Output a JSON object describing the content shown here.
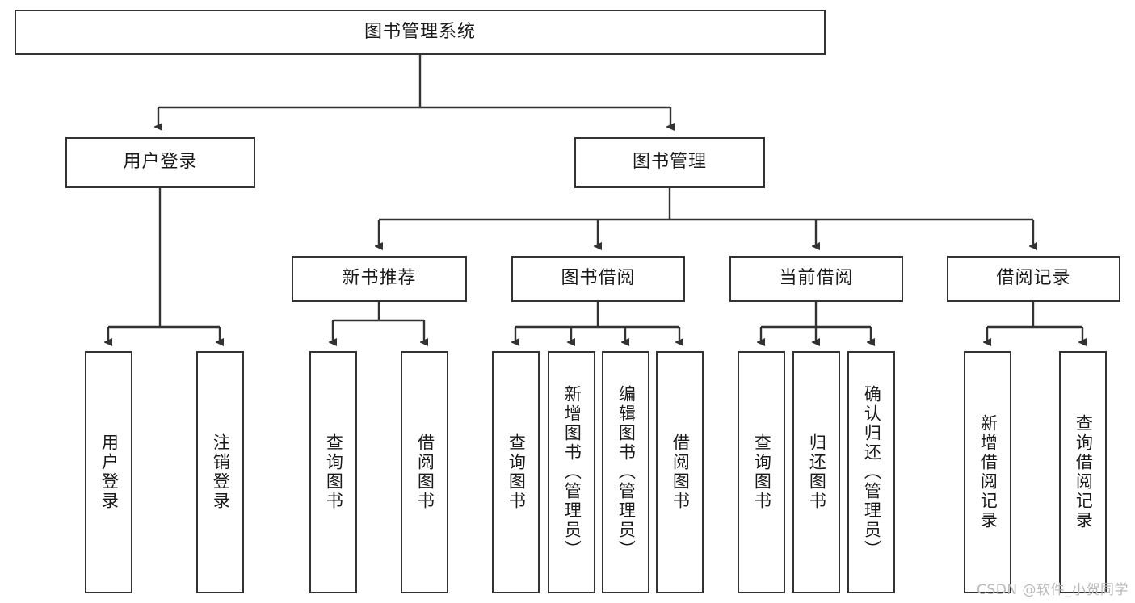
{
  "diagram": {
    "title": "图书管理系统",
    "type": "tree",
    "watermark": "CSDN @软件_小贺同学",
    "colors": {
      "box_border": "#333333",
      "box_fill": "#ffffff",
      "connector": "#333333",
      "text": "#1a1a1a",
      "watermark": "#b9b9b9",
      "canvas": "#ffffff"
    },
    "root": {
      "label": "图书管理系统"
    },
    "level2": [
      {
        "label": "用户登录"
      },
      {
        "label": "图书管理"
      }
    ],
    "level3": [
      {
        "label": "新书推荐"
      },
      {
        "label": "图书借阅"
      },
      {
        "label": "当前借阅"
      },
      {
        "label": "借阅记录"
      }
    ],
    "leaves": {
      "user_login": [
        {
          "label": "用户登录"
        },
        {
          "label": "注销登录"
        }
      ],
      "new_book_recommend": [
        {
          "label": "查询图书"
        },
        {
          "label": "借阅图书"
        }
      ],
      "book_borrow": [
        {
          "label": "查询图书"
        },
        {
          "label": "新增图书（管理员）"
        },
        {
          "label": "编辑图书（管理员）"
        },
        {
          "label": "借阅图书"
        }
      ],
      "current_borrow": [
        {
          "label": "查询图书"
        },
        {
          "label": "归还图书"
        },
        {
          "label": "确认归还（管理员）"
        }
      ],
      "borrow_record": [
        {
          "label": "新增借阅记录"
        },
        {
          "label": "查询借阅记录"
        }
      ]
    }
  }
}
